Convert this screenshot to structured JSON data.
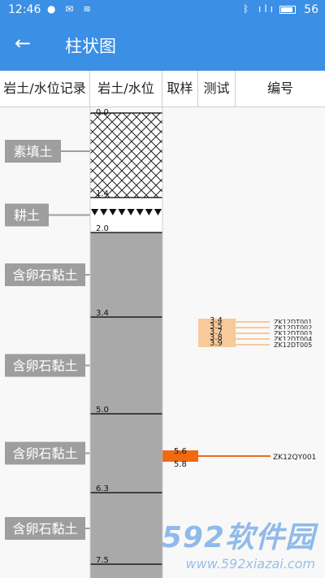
{
  "status": {
    "time": "12:46",
    "left_icons": "● ✉ ≋",
    "right_icons": "ᛒ ılı",
    "battery": "56"
  },
  "appbar": {
    "back_icon": "←",
    "title": "柱状图"
  },
  "header": {
    "cols": [
      "岩土/水位记录",
      "岩土/水位",
      "取样",
      "测试",
      "编号"
    ]
  },
  "chart_data": {
    "type": "table",
    "depth_labels": [
      "0.0",
      "1.4",
      "2.0",
      "3.4",
      "5.0",
      "6.3",
      "7.5"
    ],
    "layers": [
      {
        "name": "素填土",
        "top": 0.0,
        "bottom": 1.4,
        "pattern": "crosshatch"
      },
      {
        "name": "耕土",
        "top": 1.4,
        "bottom": 2.0,
        "pattern": "triangles"
      },
      {
        "name": "含卵石黏土",
        "top": 2.0,
        "bottom": 3.4,
        "pattern": "solid"
      },
      {
        "name": "含卵石黏土",
        "top": 3.4,
        "bottom": 5.0,
        "pattern": "solid"
      },
      {
        "name": "含卵石黏土",
        "top": 5.0,
        "bottom": 6.3,
        "pattern": "solid"
      },
      {
        "name": "含卵石黏土",
        "top": 6.3,
        "bottom": 7.5,
        "pattern": "solid"
      }
    ],
    "tests": [
      {
        "depth": "3.4",
        "id": "ZK12DT001"
      },
      {
        "depth": "3.5",
        "id": "ZK12DT002"
      },
      {
        "depth": "3.7",
        "id": "ZK12DT003"
      },
      {
        "depth": "3.8",
        "id": "ZK12DT004"
      },
      {
        "depth": "3.9",
        "id": "ZK12DT005"
      }
    ],
    "sample": {
      "top": "5.6",
      "bottom": "5.8",
      "id": "ZK12QY001"
    }
  },
  "colors": {
    "primary": "#3b8fe4",
    "rock": "#a9a9a9",
    "label_bg": "#9e9e9e",
    "sample": "#f06a12",
    "test": "#f8c99a"
  },
  "watermark": {
    "main": "592软件园",
    "sub": "www.592xiazai.com"
  }
}
